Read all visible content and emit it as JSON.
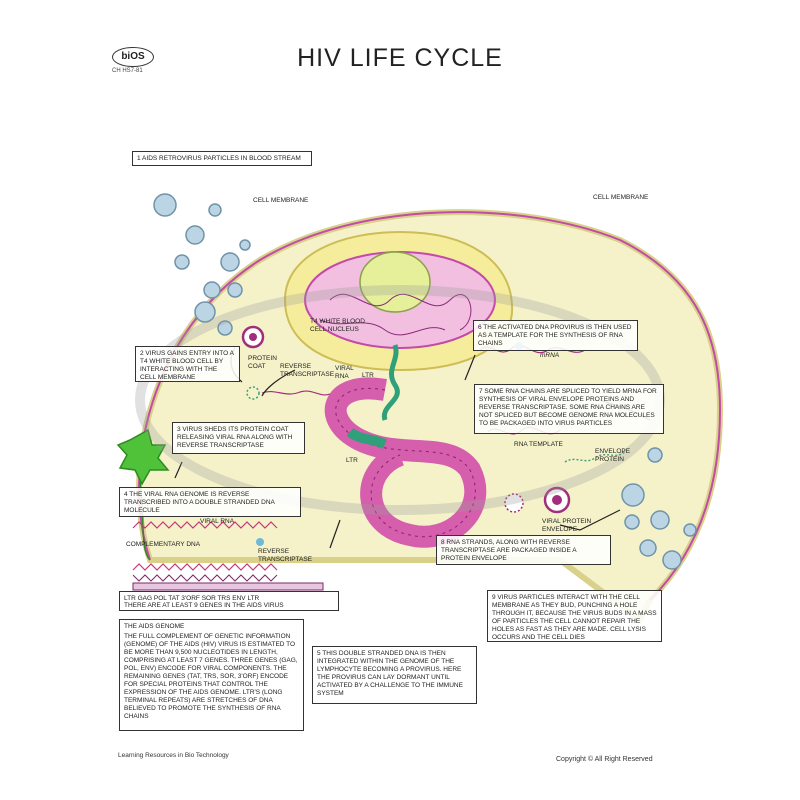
{
  "header": {
    "logo_text": "biOS",
    "code": "CH HS7-81",
    "title": "HIV LIFE CYCLE"
  },
  "labels": {
    "cell_membrane_left": "CELL MEMBRANE",
    "cell_membrane_right": "CELL MEMBRANE",
    "nucleus": "T4 WHITE BLOOD CELL NUCLEUS",
    "protein_coat": "PROTEIN COAT",
    "reverse_transcriptase_1": "REVERSE TRANSCRIPTASE",
    "viral_rna_top": "VIRAL RNA",
    "ltr_upper": "LTR",
    "ltr_lower": "LTR",
    "mrna": "mRNA",
    "rna_template": "RNA TEMPLATE",
    "envelope_protein": "ENVELOPE PROTEIN",
    "viral_protein_envelope": "VIRAL PROTEIN ENVELOPE",
    "viral_rna": "VIRAL RNA",
    "complementary_dna": "COMPLEMENTARY DNA",
    "reverse_transcriptase_2": "REVERSE TRANSCRIPTASE"
  },
  "steps": {
    "s1": "1 AIDS RETROVIRUS PARTICLES IN BLOOD STREAM",
    "s2": "2 VIRUS GAINS ENTRY INTO A T4 WHITE BLOOD CELL BY INTERACTING WITH THE CELL MEMBRANE",
    "s3": "3 VIRUS SHEDS ITS PROTEIN COAT RELEASING VIRAL RNA ALONG WITH REVERSE TRANSCRIPTASE",
    "s4": "4 THE VIRAL RNA GENOME IS REVERSE TRANSCRIBED INTO A DOUBLE STRANDED DNA MOLECULE",
    "s5": "5 THIS DOUBLE STRANDED DNA IS THEN INTEGRATED WITHIN THE GENOME OF THE LYMPHOCYTE BECOMING A PROVIRUS. HERE THE PROVIRUS CAN LAY DORMANT UNTIL ACTIVATED BY A CHALLENGE TO THE IMMUNE SYSTEM",
    "s6": "6 THE ACTIVATED DNA PROVIRUS IS THEN USED AS A TEMPLATE FOR THE SYNTHESIS OF RNA CHAINS",
    "s7": "7 SOME RNA CHAINS ARE SPLICED TO YIELD mRNA FOR SYNTHESIS OF VIRAL ENVELOPE PROTEINS AND REVERSE TRANSCRIPTASE. SOME RNA CHAINS ARE NOT SPLICED BUT BECOME GENOME RNA MOLECULES TO BE PACKAGED INTO VIRUS PARTICLES",
    "s8": "8 RNA STRANDS, ALONG WITH REVERSE TRANSCRIPTASE ARE PACKAGED INSIDE A PROTEIN ENVELOPE",
    "s9": "9 VIRUS PARTICLES INTERACT WITH THE CELL MEMBRANE AS THEY BUD, PUNCHING A HOLE THROUGH IT, BECAUSE THE VIRUS BUDS IN A MASS OF PARTICLES THE CELL CANNOT REPAIR THE HOLES AS FAST AS THEY ARE MADE. CELL LYSIS OCCURS AND THE CELL DIES"
  },
  "genome": {
    "line1": "LTR GAG POL TAT 3'ORF SOR TRS ENV LTR",
    "line2": "THERE ARE AT LEAST 9 GENES IN THE AIDS VIRUS"
  },
  "aids_genome": {
    "heading": "THE AIDS GENOME",
    "body": "THE FULL COMPLEMENT OF GENETIC INFORMATION (GENOME) OF THE AIDS (HIV) VIRUS IS ESTIMATED TO BE MORE THAN 9,500 NUCLEOTIDES IN LENGTH, COMPRISING AT LEAST 7 GENES. THREE GENES (GAG, POL, ENV) ENCODE FOR VIRAL COMPONENTS. THE REMAINING GENES (TAT, TRS, SOR, 3'ORF) ENCODE FOR SPECIAL PROTEINS THAT CONTROL THE EXPRESSION OF THE AIDS GENOME. LTR'S (LONG TERMINAL REPEATS) ARE STRETCHES OF DNA BELIEVED TO PROMOTE THE SYNTHESIS OF RNA CHAINS"
  },
  "footer": {
    "left": "Learning Resources in Bio Technology",
    "right": "Copyright © All Right Reserved"
  },
  "colors": {
    "cell_cytoplasm": "#f4f1c6",
    "membrane": "#c24aa8",
    "nucleus": "#f1b9dc",
    "provirus": "#d24fa8",
    "provirus_green": "#2fa07a",
    "particles": "#b9d3e3",
    "helper_cell": "#4fc23a"
  }
}
